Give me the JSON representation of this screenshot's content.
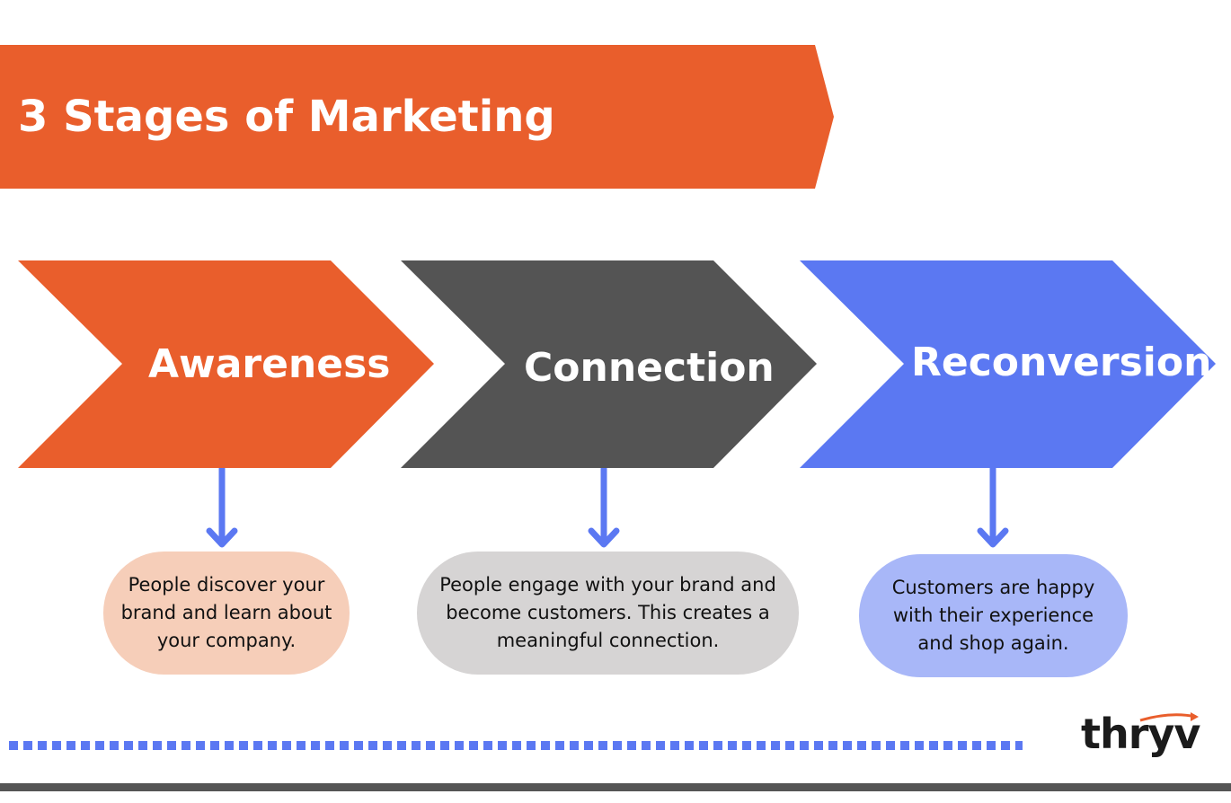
{
  "title": "3 Stages of Marketing",
  "colors": {
    "orange": "#e95e2c",
    "gray": "#545454",
    "blue": "#5b78f2",
    "arrow": "#5b78f2"
  },
  "stages": [
    {
      "label": "Awareness",
      "color": "#e95e2c",
      "description": "People discover your brand and learn about your company.",
      "bubble_color": "#f6ceb9"
    },
    {
      "label": "Connection",
      "color": "#545454",
      "description": "People engage with your brand and become customers. This creates a meaningful connection.",
      "bubble_color": "#d6d4d4"
    },
    {
      "label": "Reconversion",
      "color": "#5b78f2",
      "description": "Customers are happy with their experience and shop again.",
      "bubble_color": "#a8b7f8"
    }
  ],
  "logo": {
    "text": "thryv"
  }
}
